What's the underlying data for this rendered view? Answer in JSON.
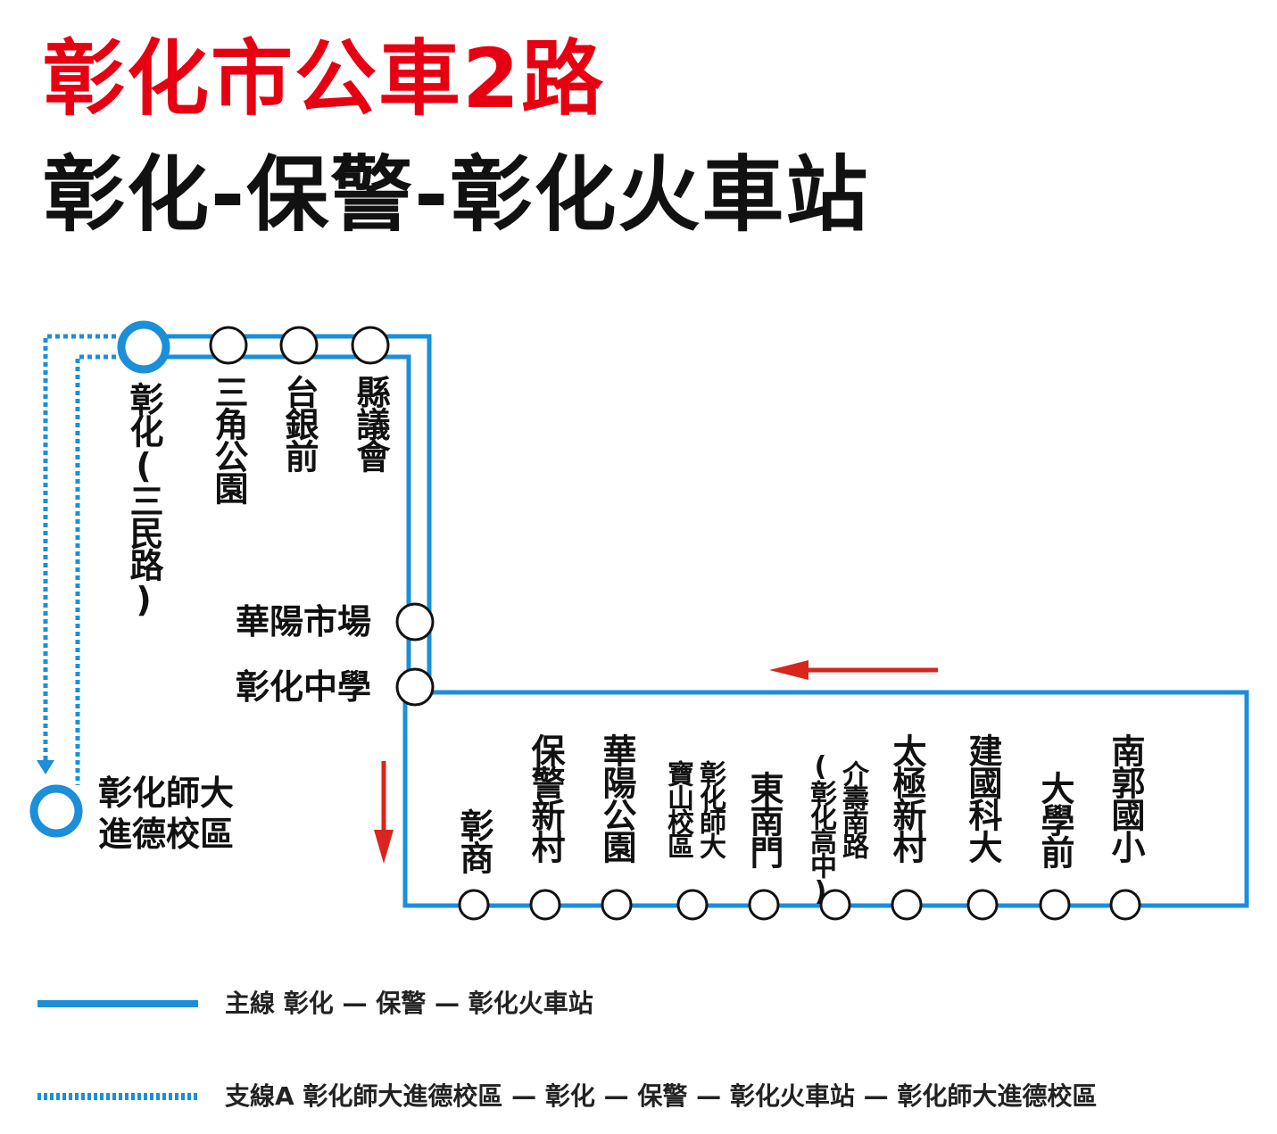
{
  "title": {
    "main": "彰化市公車2路",
    "sub": "彰化-保警-彰化火車站"
  },
  "colors": {
    "title_red": "#e60012",
    "route_blue": "#1b8fd9",
    "arrow_red": "#d7261e"
  },
  "stops": {
    "changhua": "彰化(三民路)",
    "sanjiao": "三角公園",
    "taiyin": "台銀前",
    "xianyi": "縣議會",
    "huayang_market": "華陽市場",
    "changhua_hs": "彰化中學",
    "ncue": "彰化師大\n進德校區",
    "zhangshang": "彰商",
    "baojing": "保警新村",
    "huayang_park": "華陽公園",
    "ncue_baoshan_1": "彰化師大",
    "ncue_baoshan_2": "寶山校區",
    "dongnanmen": "東南門",
    "jieshou_1": "介壽南路",
    "jieshou_2": "(彰化高中)",
    "taiji": "太極新村",
    "jianguo": "建國科大",
    "daxue": "大學前",
    "nanguo": "南郭國小"
  },
  "legend": {
    "main_line": "主線  彰化 — 保警 — 彰化火車站",
    "branch_a": "支線A 彰化師大進德校區 — 彰化 — 保警 — 彰化火車站 — 彰化師大進德校區"
  }
}
